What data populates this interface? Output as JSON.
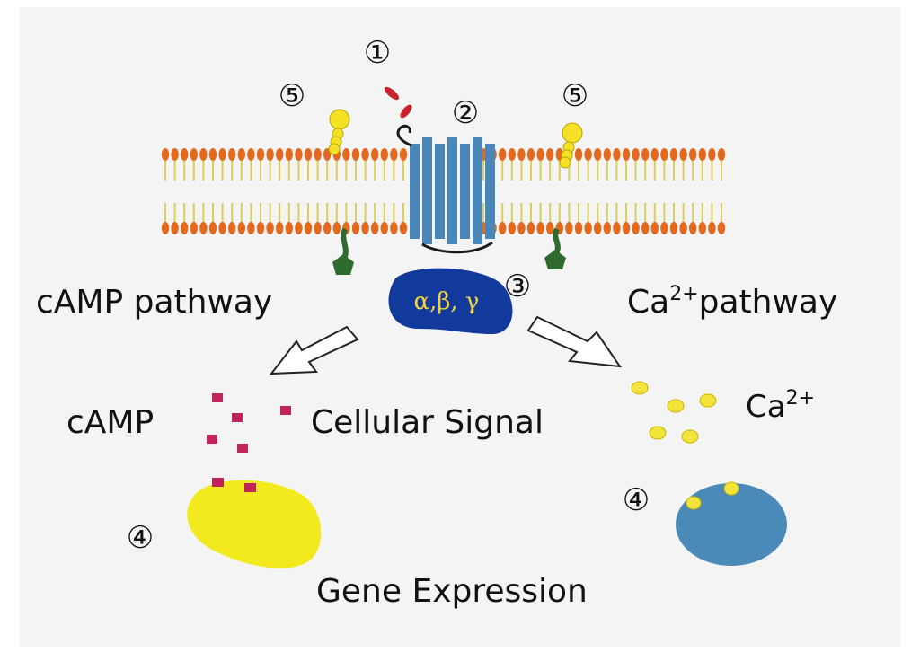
{
  "labels": {
    "camp_pathway": "cAMP pathway",
    "ca_pathway_prefix": "Ca",
    "ca_pathway_sup": "2+",
    "ca_pathway_suffix": "pathway",
    "camp": "cAMP",
    "cellular_signal": "Cellular Signal",
    "ca_ion": "Ca",
    "ca_ion_sup": "2+",
    "gene_expression": "Gene Expression",
    "g_protein": "α,β, γ"
  },
  "markers": [
    "①",
    "②",
    "③",
    "④",
    "④",
    "⑤",
    "⑤"
  ],
  "colors": {
    "background": "#f3f3f3",
    "lipid_head": "#e3691f",
    "lipid_tail": "#d9cf5a",
    "receptor": "#4b86b8",
    "receptor_dark": "#2d5f8c",
    "g_protein": "#123a9c",
    "g_protein_text": "#f2d43a",
    "ligand": "#c8232a",
    "channel_head": "#f4e024",
    "channel_green": "#2f6a2e",
    "camp_square": "#c0245a",
    "ca_dot": "#f2e43a",
    "nucleus_yellow": "#f2ea1e",
    "nucleus_blue": "#4a89b8"
  }
}
